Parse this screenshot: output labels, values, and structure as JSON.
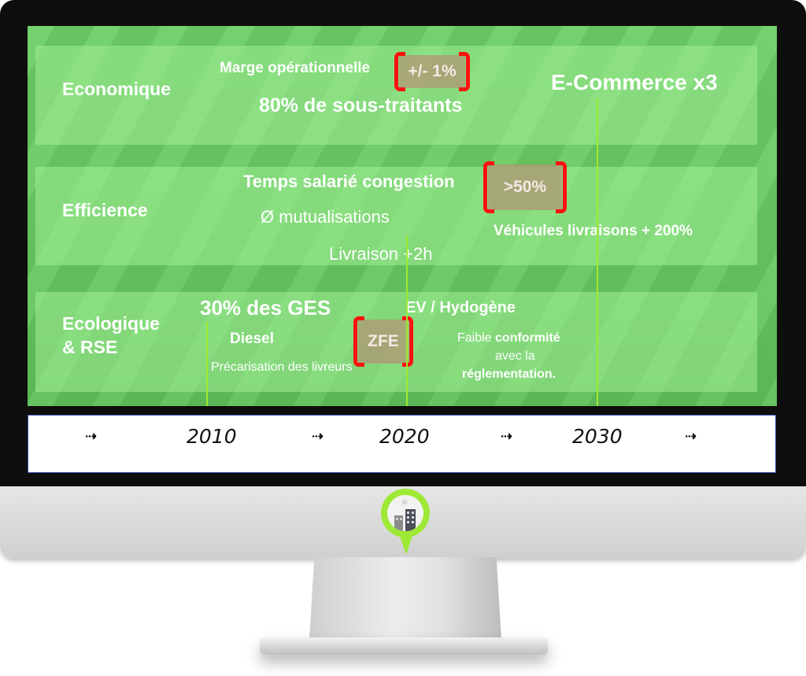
{
  "rows": {
    "economique": {
      "label": "Economique",
      "marge": "Marge opérationnelle",
      "marge_highlight": "+/- 1%",
      "sous_traitants": "80% de sous-traitants",
      "ecommerce": "E-Commerce x3"
    },
    "efficience": {
      "label": "Efficience",
      "temps": "Temps salarié congestion",
      "temps_highlight": ">50%",
      "mutualisations": "Ø mutualisations",
      "livraison": "Livraison +2h",
      "vehicules": "Véhicules livraisons + 200%"
    },
    "ecologique": {
      "label_line1": "Ecologique",
      "label_line2": "& RSE",
      "ges": "30% des GES",
      "ev": "EV / Hydogène",
      "diesel": "Diesel",
      "zfe": "ZFE",
      "precarisation": "Précarisation des livreurs",
      "faible_1": "Faible ",
      "faible_2": "conformité",
      "faible_3": "avec la",
      "faible_4": "réglementation."
    }
  },
  "timeline": {
    "arrow": "⇢",
    "years": [
      "2010",
      "2020",
      "2030"
    ]
  },
  "colors": {
    "screen_green": "#6ece66",
    "highlight_bracket": "#ff1010",
    "connector_lime": "#9eea30",
    "pin": "#9ee836"
  },
  "icons": {
    "logo": "city-buildings-pin-icon"
  }
}
